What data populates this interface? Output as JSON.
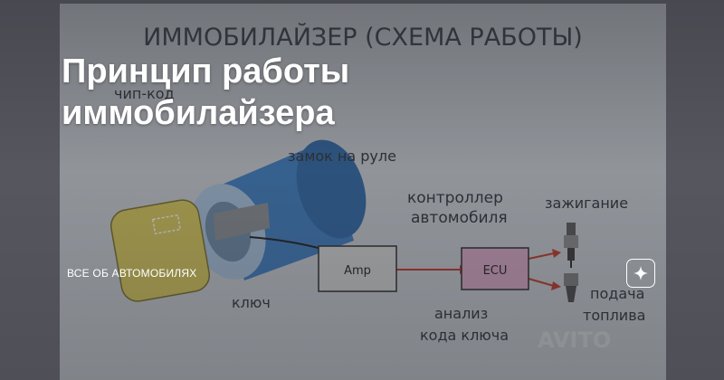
{
  "diagram": {
    "title": "ИММОБИЛАЙЗЕР (СХЕМА РАБОТЫ)",
    "labels": {
      "chip_code": "чип-код",
      "steering_lock": "замок на руле",
      "controller_line1": "контроллер",
      "controller_line2": "автомобиля",
      "ignition": "зажигание",
      "fuel_line1": "подача",
      "fuel_line2": "топлива",
      "key": "ключ",
      "analysis_line1": "анализ",
      "analysis_line2": "кода ключа",
      "amp": "Amp",
      "ecu": "ECU"
    },
    "watermark": "AVITO"
  },
  "article": {
    "title_line1": "Принцип работы",
    "title_line2": "иммобилайзера",
    "channel": "ВСЕ ОБ АВТОМОБИЛЯХ"
  },
  "icons": {
    "sparkle_button": "sparkle-icon"
  }
}
